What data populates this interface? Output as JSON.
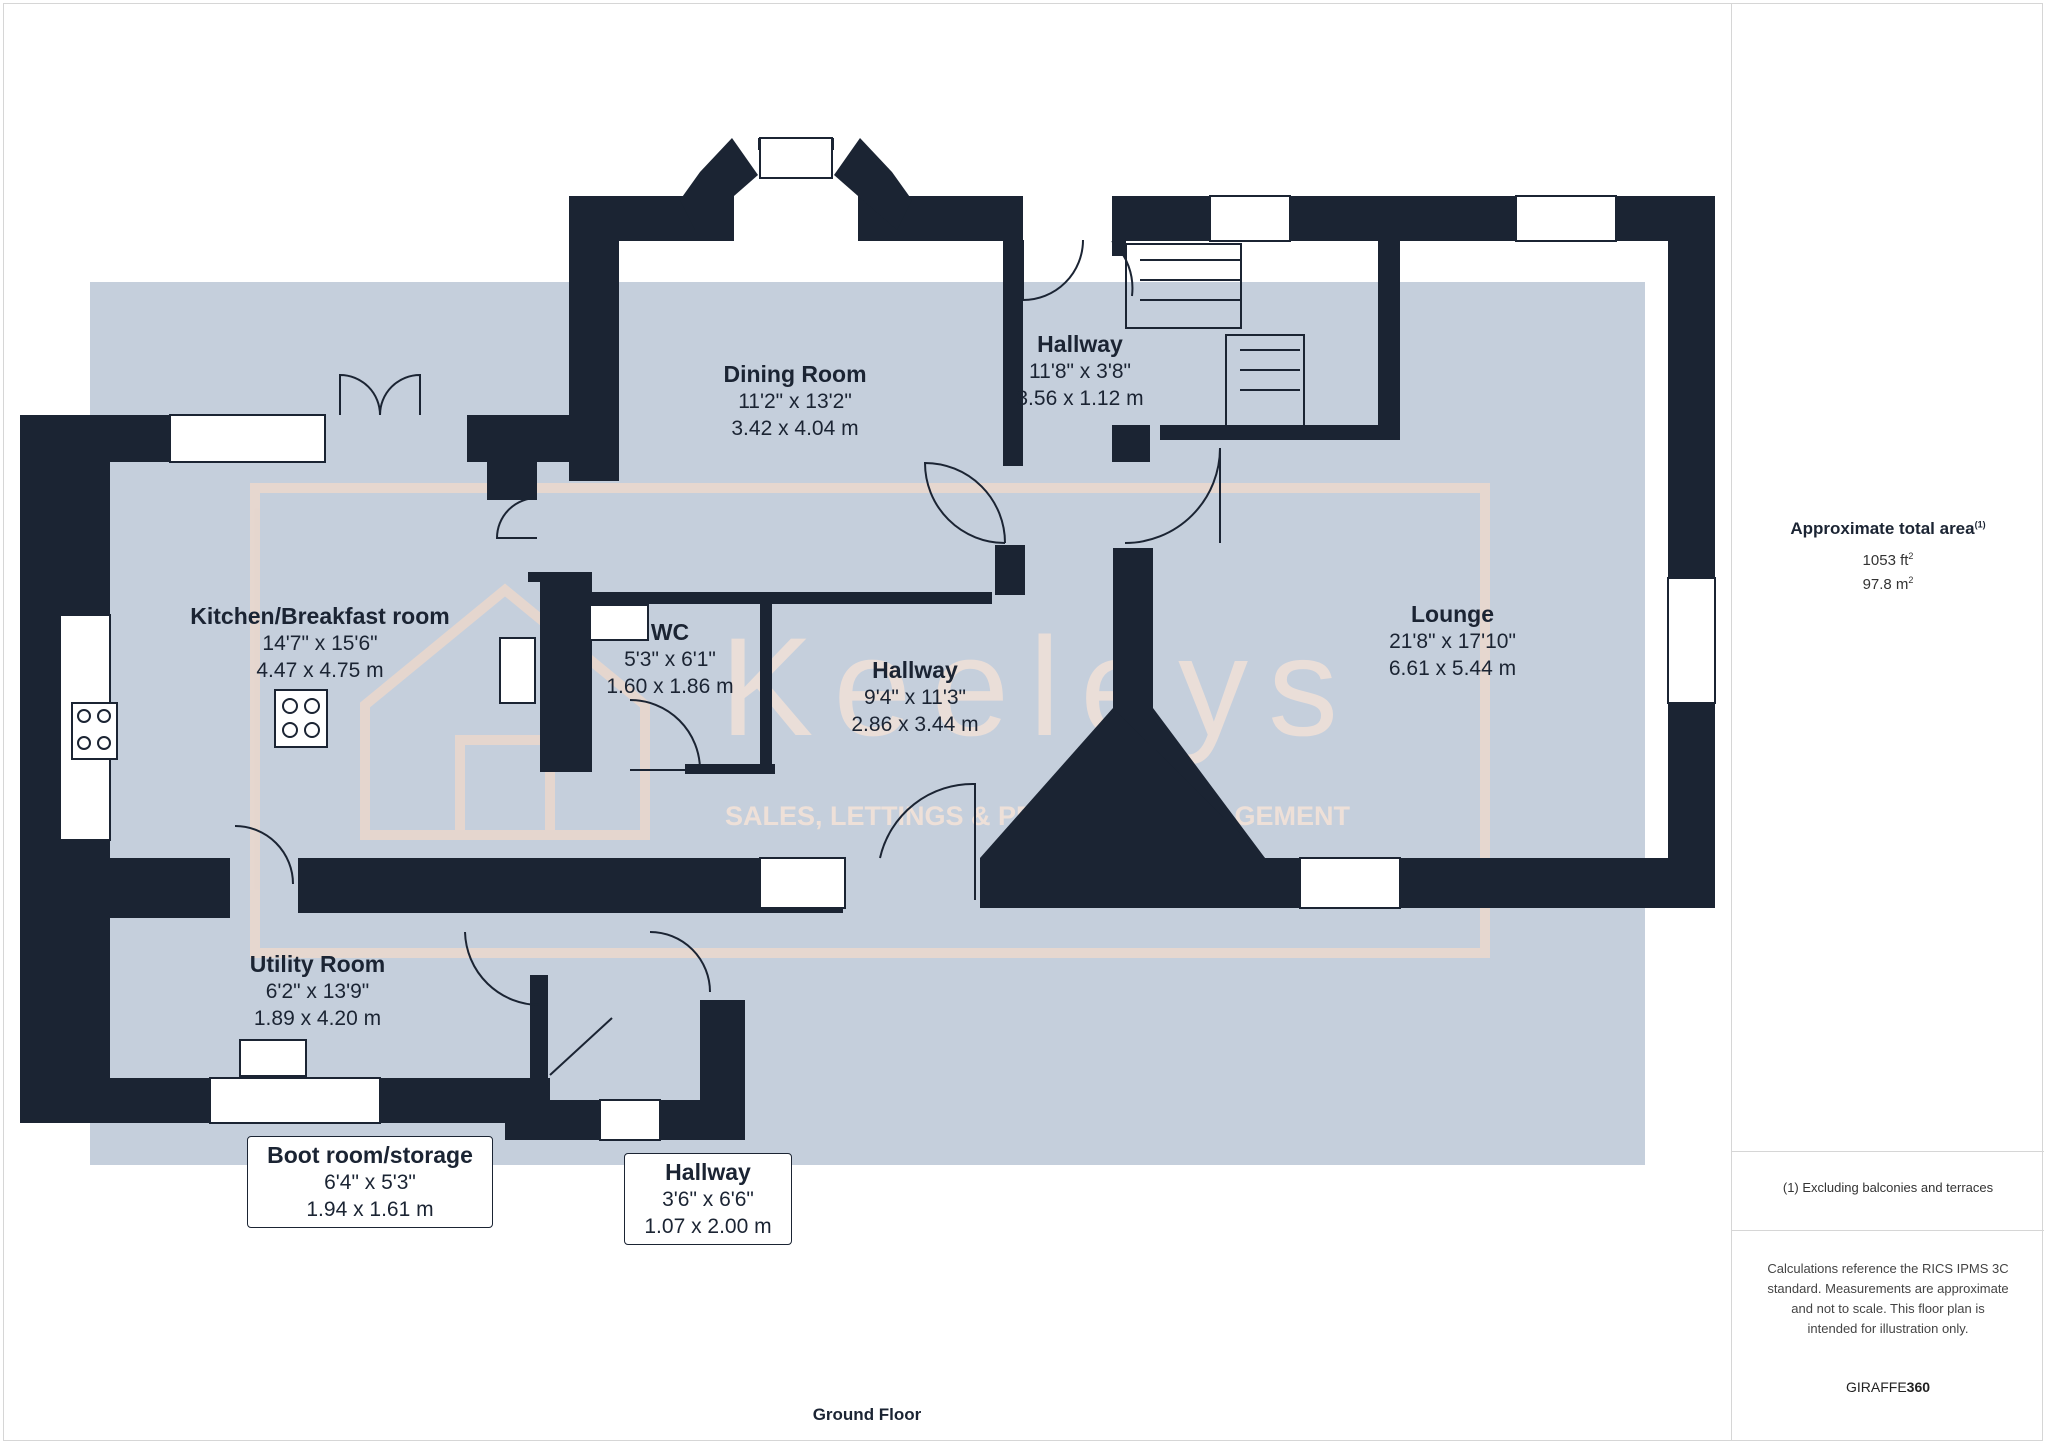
{
  "colors": {
    "wall": "#1b2433",
    "floor_overlay": "#b6c3d3",
    "watermark": "#e9d7cd",
    "background": "#ffffff"
  },
  "rooms": {
    "dining_room": {
      "name": "Dining Room",
      "imperial": "11'2\" x 13'2\"",
      "metric": "3.42 x 4.04 m"
    },
    "hallway_upper": {
      "name": "Hallway",
      "imperial": "11'8\" x 3'8\"",
      "metric": "3.56 x 1.12 m"
    },
    "kitchen": {
      "name": "Kitchen/Breakfast room",
      "imperial": "14'7\" x 15'6\"",
      "metric": "4.47 x 4.75 m"
    },
    "wc": {
      "name": "WC",
      "imperial": "5'3\" x 6'1\"",
      "metric": "1.60 x 1.86 m"
    },
    "hallway_middle": {
      "name": "Hallway",
      "imperial": "9'4\" x 11'3\"",
      "metric": "2.86 x 3.44 m"
    },
    "lounge": {
      "name": "Lounge",
      "imperial": "21'8\" x 17'10\"",
      "metric": "6.61 x 5.44 m"
    },
    "utility_room": {
      "name": "Utility Room",
      "imperial": "6'2\" x 13'9\"",
      "metric": "1.89 x 4.20 m"
    },
    "boot_room": {
      "name": "Boot room/storage",
      "imperial": "6'4\" x 5'3\"",
      "metric": "1.94 x 1.61 m"
    },
    "hallway_lower": {
      "name": "Hallway",
      "imperial": "3'6\" x 6'6\"",
      "metric": "1.07 x 2.00 m"
    }
  },
  "watermark": {
    "brand": "Keeleys",
    "tagline": "SALES, LETTINGS & PROPERTY MANAGEMENT"
  },
  "floor_caption": "Ground Floor",
  "sidebar": {
    "area_title": "Approximate total area",
    "area_footnote": "(1)",
    "area_sqft": "1053 ft",
    "area_sqm": "97.8 m",
    "unit_exponent": "2",
    "note": "(1) Excluding balconies and terraces",
    "disclaimer": "Calculations reference the RICS IPMS 3C standard. Measurements are approximate and not to scale. This floor plan is intended for illustration only.",
    "brand_prefix": "GIRAFFE",
    "brand_suffix": "360"
  }
}
